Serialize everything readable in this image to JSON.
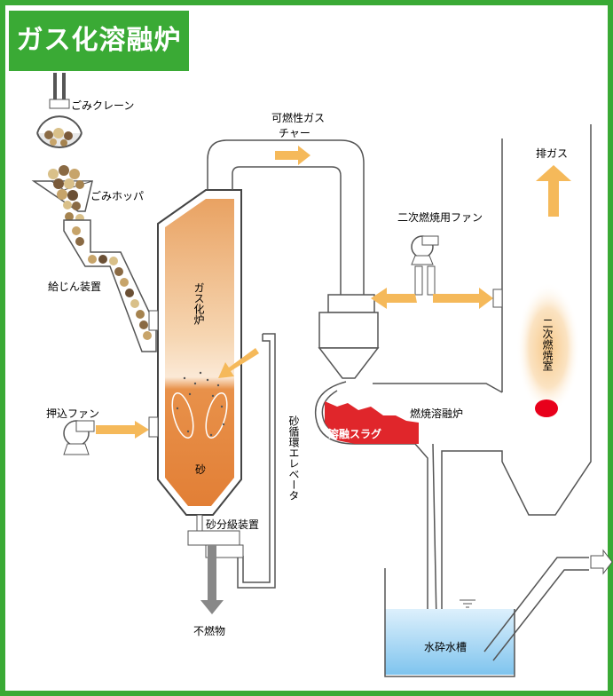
{
  "title": "ガス化溶融炉",
  "labels": {
    "crane": "ごみクレーン",
    "hopper": "ごみホッパ",
    "feeder": "給じん装置",
    "push_fan": "押込ファン",
    "gasifier": "ガス化炉",
    "sand": "砂",
    "sand_sorter": "砂分級装置",
    "incombustibles": "不燃物",
    "elevator": "砂循環エレベータ",
    "combustible_gas_1": "可燃性ガス",
    "combustible_gas_2": "チャー",
    "secondary_fan": "二次燃焼用ファン",
    "exhaust": "排ガス",
    "secondary_chamber": "二次燃焼室",
    "melting_furnace": "燃焼溶融炉",
    "slag": "溶融スラグ",
    "water_tank": "水砕水槽"
  },
  "colors": {
    "frame_green": "#3aaa35",
    "arrow_orange": "#f5b95a",
    "sand_orange": "#e8914a",
    "slag_red": "#e0262b",
    "water_blue": "#a9d8f5"
  }
}
